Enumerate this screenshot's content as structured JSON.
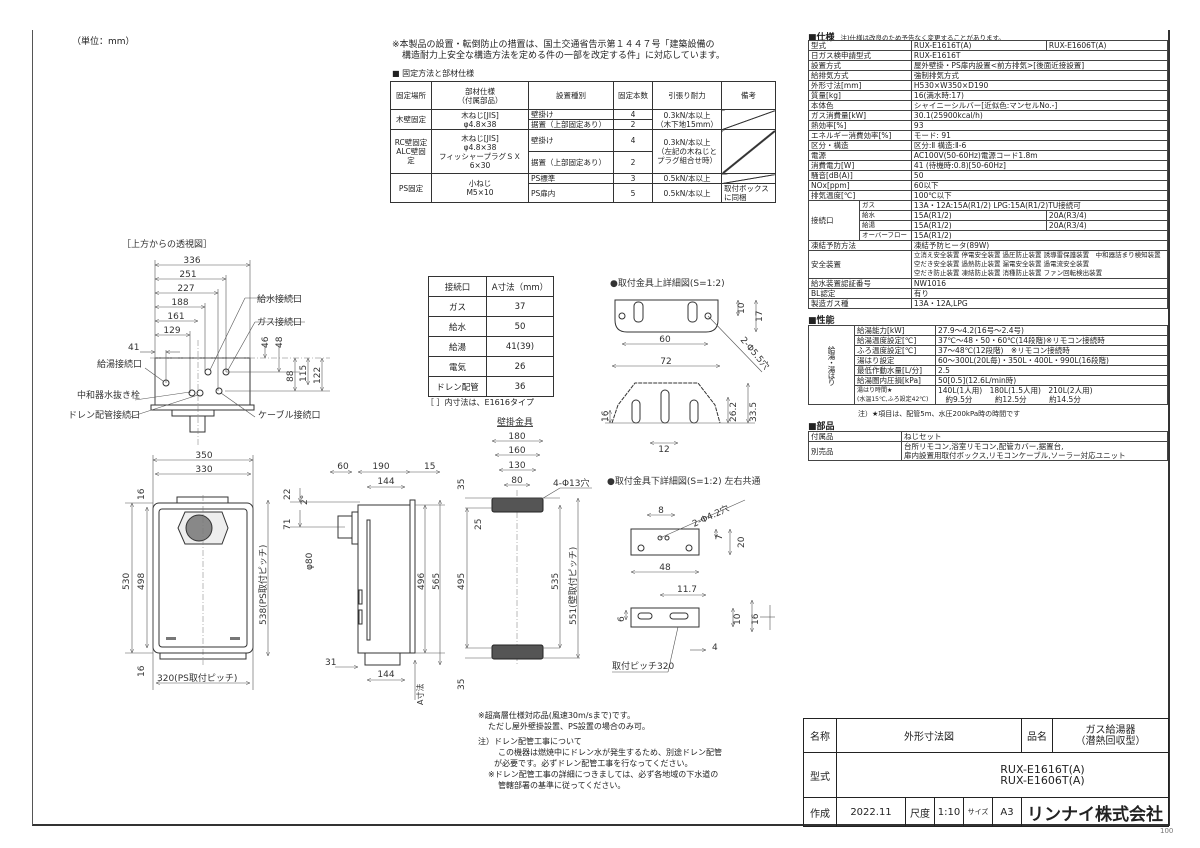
{
  "unit_label": "（単位：mm）",
  "notice": {
    "line1": "※本製品の設置・転倒防止の措置は、国土交通省告示第１４４７号「建築設備の",
    "line2": "構造耐力上安全な構造方法を定める件の一部を改定する件」に対応しています。"
  },
  "fixing_table": {
    "title": "■ 固定方法と部材仕様",
    "headers": [
      "固定場所",
      "部材仕様\n（付属部品）",
      "設置種別",
      "固定本数",
      "引張り耐力",
      "備考"
    ],
    "wood": {
      "place": "木壁固定",
      "spec": "木ねじ[JIS]\nφ4.8×38",
      "type1": "壁掛け",
      "count1": "4",
      "type2": "据置（上部固定あり）",
      "count2": "2",
      "strength": "0.3kN/本以上\n（木下地15mm）"
    },
    "rc": {
      "place": "RC壁固定\nALC壁固定",
      "spec": "木ねじ[JIS]\nφ4.8×38\nフィッシャープラグＳＸ\n6×30",
      "type1": "壁掛け",
      "count1": "4",
      "type2": "据置（上部固定あり）",
      "count2": "2",
      "strength": "0.3kN/本以上\n（左記の木ねじと\nプラグ組合せ時）"
    },
    "ps": {
      "place": "PS固定",
      "spec": "小ねじ\nM5×10",
      "type1": "PS標準",
      "count1": "3",
      "strength1": "0.5kN/本以上",
      "type2": "PS扉内",
      "count2": "5",
      "strength2": "0.5kN/本以上",
      "note2": "取付ボックス\nに同梱"
    }
  },
  "spec": {
    "title": "■仕様",
    "note": "注)仕様は改良のため予告なく変更することがあります。",
    "rows_top": [
      {
        "label": "型式",
        "value": "RUX-E1616T(A)",
        "value2": "RUX-E1606T(A)"
      },
      {
        "label": "日ガス検申請型式",
        "value": "RUX-E1616T"
      },
      {
        "label": "設置方式",
        "value": "屋外壁掛・PS扉内設置<前方排気>[後面近接設置]"
      },
      {
        "label": "給排気方式",
        "value": "強制排気方式"
      },
      {
        "label": "外形寸法[mm]",
        "value": "H530×W350×D190"
      },
      {
        "label": "質量[kg]",
        "value": "16(満水時:17)"
      },
      {
        "label": "本体色",
        "value": "シャイニーシルバー[近似色:マンセルNo.-]"
      },
      {
        "label": "ガス消費量[kW]",
        "value": "30.1(25900kcal/h)"
      },
      {
        "label": "熱効率[%]",
        "value": "93"
      },
      {
        "label": "エネルギー消費効率[%]",
        "value": "モード: 91"
      },
      {
        "label": "区分・構造",
        "value": "区分:Ⅱ 構造:Ⅱ-6"
      },
      {
        "label": "電源",
        "value": "AC100V(50-60Hz)電源コード1.8m"
      },
      {
        "label": "消費電力[W]",
        "value": "41 (待機時:0.8)[50-60Hz]"
      },
      {
        "label": "騒音[dB(A)]",
        "value": "50"
      },
      {
        "label": "NOx[ppm]",
        "value": "60以下"
      },
      {
        "label": "排気温度[℃]",
        "value": "100℃以下"
      }
    ],
    "connection": {
      "label": "接続口",
      "items": [
        {
          "sub": "ガス",
          "value": "13A・12A:15A(R1/2) LPG:15A(R1/2)TU接続可"
        },
        {
          "sub": "給水",
          "value": "15A(R1/2)",
          "value2": "20A(R3/4)"
        },
        {
          "sub": "給湯",
          "value": "15A(R1/2)",
          "value2": "20A(R3/4)"
        },
        {
          "sub": "オーバーフロー",
          "value": "15A(R1/2)"
        }
      ]
    },
    "rows_bottom": [
      {
        "label": "凍結予防方法",
        "value": "凍結予防ヒータ(89W)"
      },
      {
        "label": "安全装置",
        "value": "立消え安全装置 停電安全装置 過圧防止装置 誘導雷保護装置　中和器詰まり検知装置\n空だき安全装置 過熱防止装置 漏電安全装置 過電流安全装置\n空だき防止装置 凍結防止装置 消種防止装置 ファン回転検出装置"
      },
      {
        "label": "給水装置認証番号",
        "value": "NW1016"
      },
      {
        "label": "BL認定",
        "value": "有り"
      },
      {
        "label": "製造ガス種",
        "value": "13A・12A,LPG"
      }
    ]
  },
  "performance": {
    "title": "■性能",
    "group_label": "給湯・湯はり",
    "rows": [
      {
        "label": "給湯能力[kW]",
        "value": "27.9～4.2(16号～2.4号)"
      },
      {
        "label": "給湯温度設定[℃]",
        "value": "37℃～48・50・60℃(14段階)※リモコン接続時"
      },
      {
        "label": "ふろ温度設定[℃]",
        "value": "37～48℃(12段階)　※リモコン接続時"
      },
      {
        "label": "湯はり設定",
        "value": "60～300L(20L毎)・350L・400L・990L(16段階)"
      },
      {
        "label": "最低作動水量[L/分]",
        "value": "2.5"
      },
      {
        "label": "給湯圏内圧損[kPa]",
        "value": "50[0.5](12.6L/min時)"
      },
      {
        "label": "湯はり時間★\n(水温15℃,ふろ設定42℃)",
        "value": "140L(1人用)　180L(1.5人用)　210L(2人用)\n　約9.5分　　　約12.5分　　　約14.5分"
      }
    ],
    "note": "注）★項目は、配管5m、水圧200kPa時の時間です"
  },
  "parts": {
    "title": "■部品",
    "rows": [
      {
        "label": "付属品",
        "value": "ねじセット"
      },
      {
        "label": "別売品",
        "value": "台所リモコン,浴室リモコン,配管カバー,据置台,\n扉内設置用取付ボックス,リモコンケーブル,ソーラー対応ユニット\n "
      }
    ]
  },
  "top_view": {
    "title": "［上方からの透視図］",
    "dims": [
      "336",
      "251",
      "227",
      "188",
      "161",
      "129",
      "41",
      "46",
      "48",
      "88",
      "115",
      "122",
      "350"
    ],
    "labels": {
      "water_in": "給水接続口",
      "gas": "ガス接続口",
      "hot_out": "給湯接続口",
      "drain_plug": "中和器水抜き栓",
      "drain_pipe": "ドレン配管接続口",
      "cable": "ケーブル接続口"
    }
  },
  "front_view": {
    "dims": [
      "330",
      "16",
      "530",
      "498",
      "538(PS取付ピッチ)",
      "16",
      "320(PS取付ピッチ)"
    ]
  },
  "side_view": {
    "dims": [
      "60",
      "190",
      "15",
      "144",
      "22",
      "2°",
      "71",
      "φ80",
      "496",
      "565",
      "31",
      "144",
      "A寸法"
    ]
  },
  "a_table": {
    "headers": [
      "接続口",
      "A寸法（mm）"
    ],
    "rows": [
      [
        "ガス",
        "37"
      ],
      [
        "給水",
        "50"
      ],
      [
        "給湯",
        "41(39)"
      ],
      [
        "電気",
        "26"
      ],
      [
        "ドレン配管",
        "36"
      ]
    ],
    "note": "［ ］内寸法は、E1616タイプ"
  },
  "wall_bracket": {
    "title": "壁掛金具",
    "dims": [
      "180",
      "160",
      "130",
      "80",
      "4-Φ13穴",
      "35",
      "25",
      "495",
      "535",
      "551(壁取付ピッチ)",
      "35"
    ]
  },
  "upper_detail": {
    "title": "●取付金具上詳細図(S=1:2)",
    "dims": [
      "10",
      "17",
      "60",
      "2-Φ5.5穴",
      "72",
      "16",
      "26.2",
      "33.5",
      "12"
    ]
  },
  "lower_detail": {
    "title": "●取付金具下詳細図(S=1:2) 左右共通",
    "dims": [
      "8",
      "2-Φ4.2穴",
      "7",
      "20",
      "48",
      "11.7",
      "10",
      "16",
      "6",
      "4",
      "取付ピッチ320"
    ]
  },
  "notes": {
    "line1": "※超高層仕様対応品(風速30m/sまで)です。",
    "line2": "ただし屋外壁掛設置、PS設置の場合のみ可。",
    "line3": "注）ドレン配管工事について",
    "line4": "この機器は燃焼中にドレン水が発生するため、別途ドレン配管",
    "line5": "が必要です。必ずドレン配管工事を行なってください。",
    "line6": "※ドレン配管工事の詳細につきましては、必ず各地域の下水道の",
    "line7": "管轄部署の基準に従ってください。"
  },
  "title_block": {
    "name_label": "名称",
    "name": "外形寸法図",
    "product_label": "品名",
    "product": "ガス給湯器\n（潜熱回収型）",
    "model_label": "型式",
    "model": "RUX-E1616T(A)\nRUX-E1606T(A)",
    "created_label": "作成",
    "created": "2022.11",
    "scale_label": "尺度",
    "scale": "1:10",
    "size_label": "サイズ",
    "size": "A3",
    "company": "リンナイ株式会社"
  },
  "page_number": "100"
}
